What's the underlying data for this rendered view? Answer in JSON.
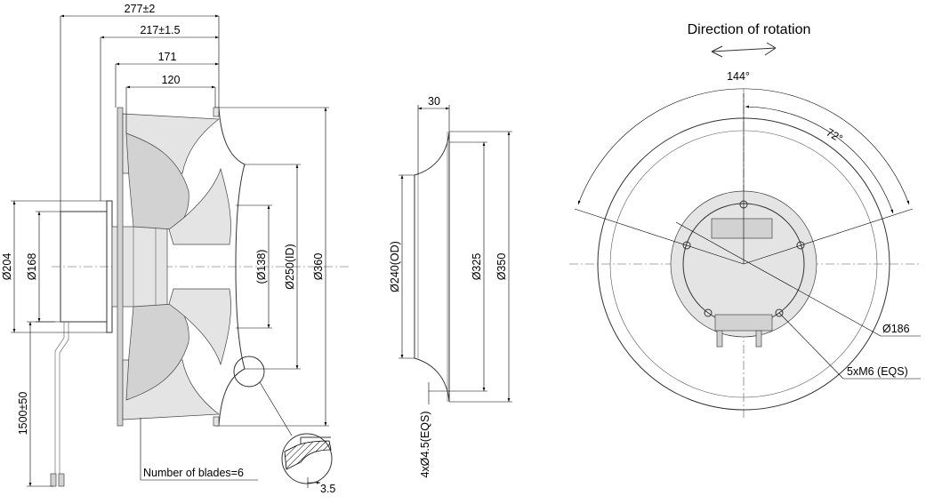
{
  "side_view": {
    "dims": {
      "overall_length": "277±2",
      "length_2": "217±1.5",
      "length_3": "171",
      "length_4": "120",
      "motor_dia": "Ø204",
      "hub_dia": "Ø168",
      "inner_dia": "(Ø138)",
      "inlet_id": "Ø250(ID)",
      "outer_dia": "Ø360",
      "cable_length": "1500±50",
      "detail_dim": "3.5"
    },
    "note": "Number of blades=6"
  },
  "inlet_view": {
    "dims": {
      "depth": "30",
      "od": "Ø240(OD)",
      "d325": "Ø325",
      "d350": "Ø350",
      "holes": "4xØ4.5(EQS)"
    }
  },
  "front_view": {
    "rotation_label": "Direction of rotation",
    "angle_1": "144°",
    "angle_2": "72°",
    "bolt_circle": "Ø186",
    "threads": "5xM6 (EQS)"
  }
}
